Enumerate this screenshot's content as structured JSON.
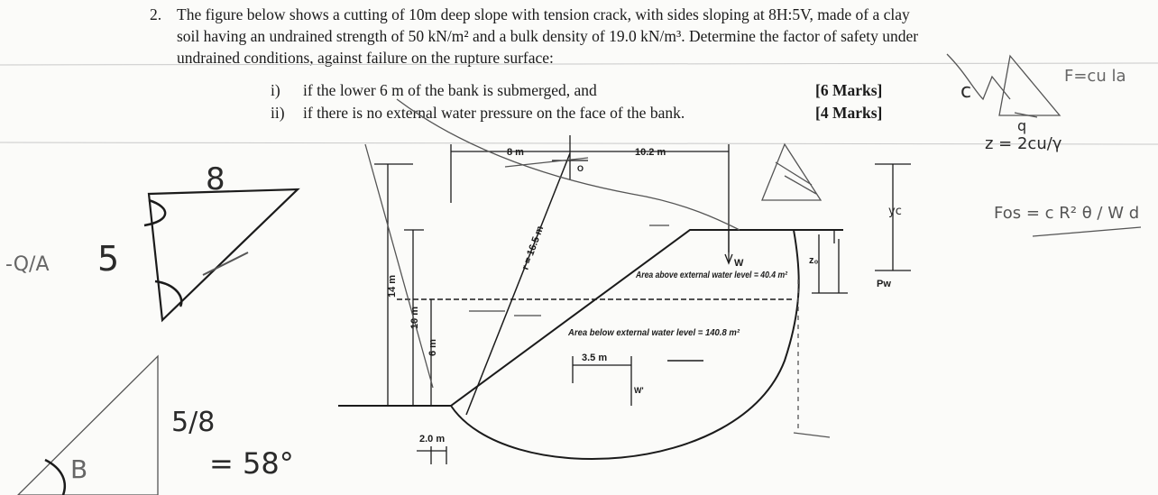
{
  "question": {
    "number": "2.",
    "line1": "The figure below shows a cutting of 10m deep slope with tension crack, with sides sloping at 8H:5V, made of a clay",
    "line2": "soil having an undrained strength of 50 kN/m² and a bulk density of 19.0 kN/m³. Determine the factor of safety under",
    "line3": "undrained conditions, against failure on the rupture surface:",
    "parts": [
      {
        "num": "i)",
        "text": "if the lower 6 m of the bank is submerged, and",
        "marks": "[6 Marks]"
      },
      {
        "num": "ii)",
        "text": "if there is no external water pressure on the face of the bank.",
        "marks": "[4 Marks]"
      }
    ]
  },
  "figure": {
    "dim_top_left": "8 m",
    "dim_top_right": "10.2 m",
    "label_o": "O",
    "radius_label": "r = 16.5 m",
    "dim_14": "14 m",
    "dim_10": "10 m",
    "dim_6": "6 m",
    "weight_label": "W",
    "area_above": "Area above external water level = 40.4 m²",
    "area_below": "Area below external water level = 140.8 m²",
    "dim_35": "3.5 m",
    "weight_below": "W'",
    "dim_20": "2.0 m",
    "label_zo": "z₀",
    "label_pw": "Pw",
    "label_yc": "yc"
  },
  "handwriting": {
    "top_8": "8",
    "side_5": "5",
    "frac_left": "-Q/A",
    "frac_5_8": "5/8",
    "angle": "= 58°",
    "label_B": "B",
    "f_formula": "F=cu la",
    "z_formula": "z = 2cu/γ",
    "fos_formula": "Fos = c R² θ / W d",
    "c_letter": "c",
    "tri_q": "q"
  },
  "colors": {
    "ink": "#1b1b1b",
    "pencil": "#5a5a5a",
    "paper": "#fbfbf9"
  }
}
